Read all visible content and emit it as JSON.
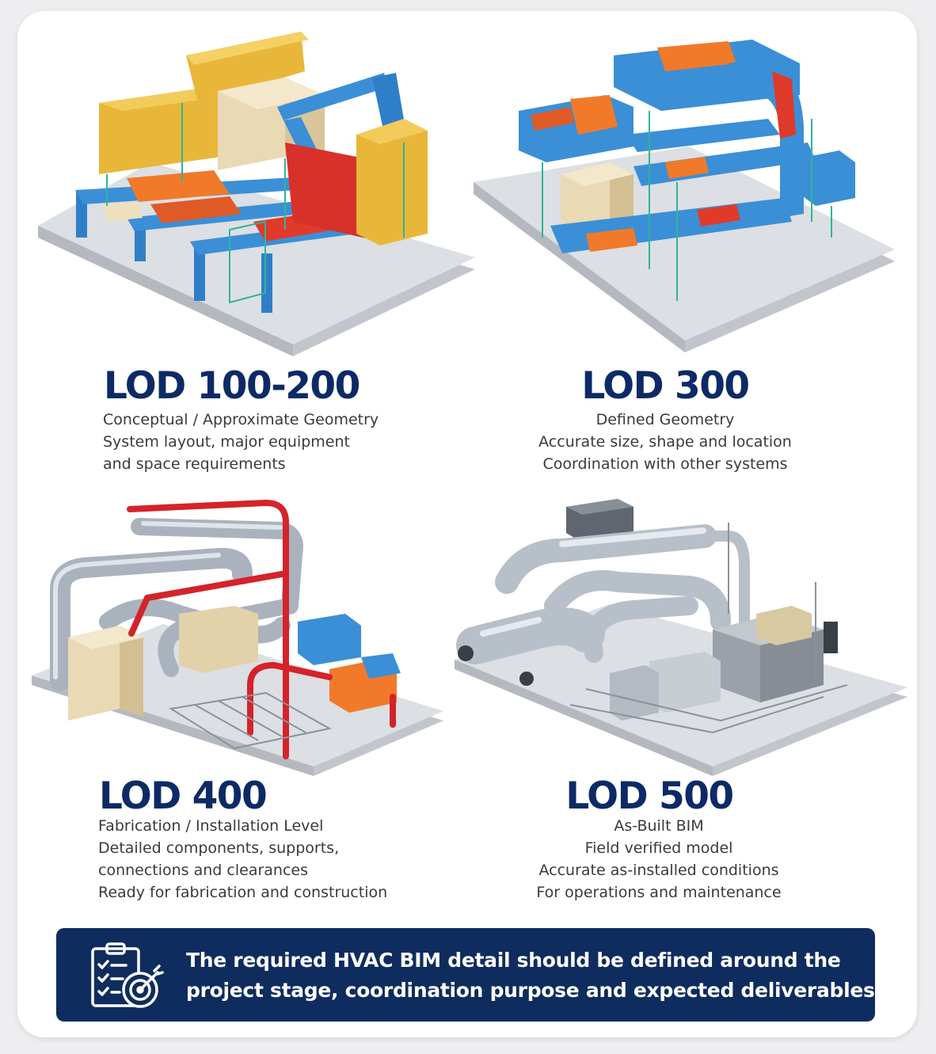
{
  "panels": [
    {
      "title": "LOD 100-200",
      "lines": [
        "Conceptual / Approximate Geometry",
        "System layout, major equipment",
        "and space requirements"
      ]
    },
    {
      "title": "LOD 300",
      "lines": [
        "Defined Geometry",
        "Accurate size, shape and location",
        "Coordination with other systems"
      ]
    },
    {
      "title": "LOD 400",
      "lines": [
        "Fabrication / Installation Level",
        "Detailed components, supports,",
        "connections  and clearances",
        "Ready for fabrication and construction"
      ]
    },
    {
      "title": "LOD 500",
      "lines": [
        "As-Built BIM",
        "Field verified model",
        "Accurate as-installed conditions",
        "For operations and maintenance"
      ]
    }
  ],
  "banner": {
    "line1": "The required HVAC BIM detail should be defined around the",
    "line2": "project stage, coordination purpose and expected deliverables.",
    "icon": "checklist-target-icon"
  },
  "colors": {
    "navy": "#0d2a66",
    "banner": "#0f2c5e",
    "duct_blue": "#3b8fd6",
    "duct_yellow": "#e8b73a",
    "duct_red": "#e03a2a",
    "duct_orange": "#f07a2a",
    "pipe_red": "#d4232a",
    "steel": "#b7bfc8",
    "equipment_beige": "#e9d9b5",
    "slab": "#d6d9de"
  }
}
